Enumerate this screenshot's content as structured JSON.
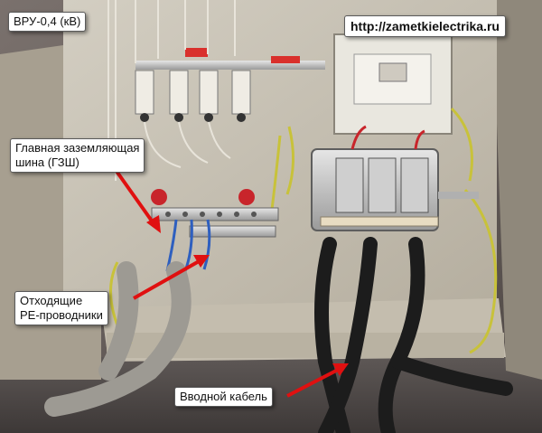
{
  "labels": {
    "title": "ВРУ-0,4 (кВ)",
    "url": "http://zametkielectrika.ru",
    "ground_bus": [
      "Главная заземляющая",
      "шина (ГЗШ)"
    ],
    "pe_conductors": [
      "Отходящие",
      "PE-проводники"
    ],
    "input_cable": "Вводной кабель"
  },
  "colors": {
    "arrow": "#e01010",
    "panel": "#c9c3b6",
    "wall": "#6a6360"
  }
}
